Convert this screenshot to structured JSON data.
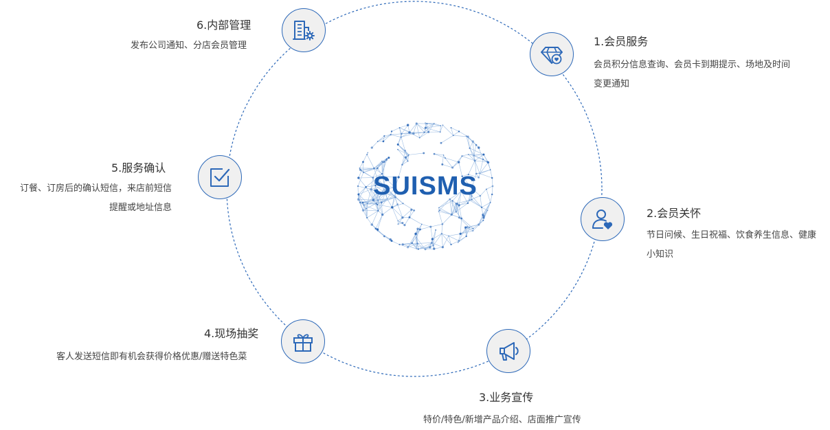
{
  "center": {
    "logo_text": "SUISMS"
  },
  "colors": {
    "accent": "#2c68b8",
    "node_bg": "#f0f0f0",
    "globe": "#6f9fd8"
  },
  "features": [
    {
      "id": "member-service",
      "title": "1.会员服务",
      "icon": "diamond-heart-icon",
      "desc_lines": [
        "会员积分信息查询、会员卡到期提示、场地及时间",
        "变更通知"
      ]
    },
    {
      "id": "member-care",
      "title": "2.会员关怀",
      "icon": "user-heart-icon",
      "desc_lines": [
        "节日问候、生日祝福、饮食养生信息、健康",
        "小知识"
      ]
    },
    {
      "id": "business-promo",
      "title": "3.业务宣传",
      "icon": "megaphone-icon",
      "desc_lines": [
        "特价/特色/新增产品介绍、店面推广宣传"
      ]
    },
    {
      "id": "lucky-draw",
      "title": "4.现场抽奖",
      "icon": "gift-icon",
      "desc_lines": [
        "客人发送短信即有机会获得价格优惠/赠送特色菜"
      ]
    },
    {
      "id": "service-confirm",
      "title": "5.服务确认",
      "icon": "checkbox-icon",
      "desc_lines": [
        "订餐、订房后的确认短信，来店前短信",
        "提醒或地址信息"
      ]
    },
    {
      "id": "internal-mgmt",
      "title": "6.内部管理",
      "icon": "building-gear-icon",
      "desc_lines": [
        "发布公司通知、分店会员管理"
      ]
    }
  ]
}
